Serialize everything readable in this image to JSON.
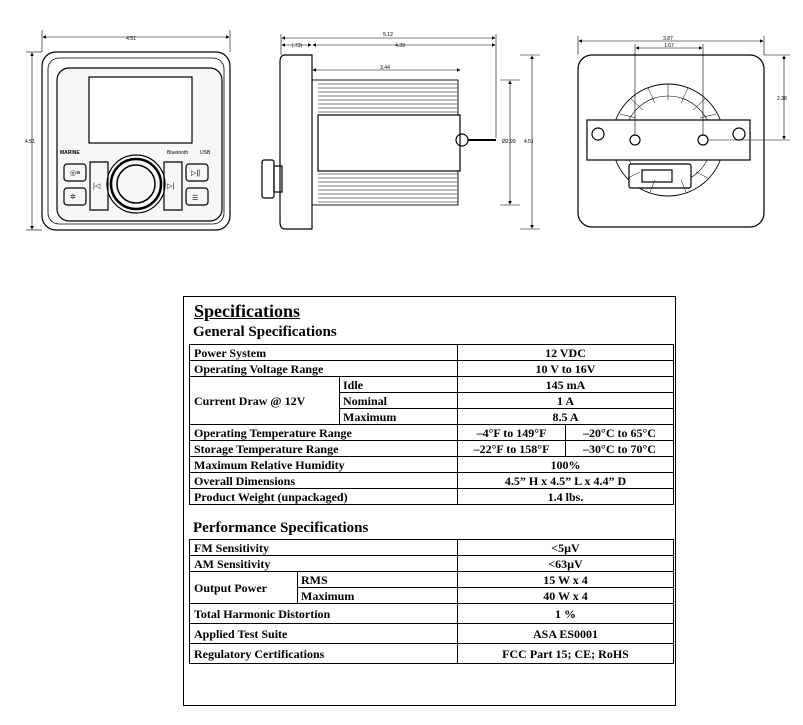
{
  "drawings": {
    "front": {
      "brand": "MARINE",
      "bluetooth": "Bluetooth",
      "usb": "USB",
      "width_dim": "4.51",
      "height_dim": "4.51"
    },
    "side": {
      "overall_depth_dim": "5.12",
      "bezel_dim": "(.73)",
      "body_depth_dim": "4.39",
      "inner_dim": "3.44",
      "body_diameter_dim": "Ø2.99",
      "height_dim": "4.51"
    },
    "rear": {
      "outer_dim": "3.87",
      "inner_dim": "1.67",
      "offset_dim": "2.38"
    }
  },
  "specs": {
    "title": "Specifications",
    "general": {
      "heading": "General Specifications",
      "power_system": {
        "label": "Power System",
        "value": "12 VDC"
      },
      "voltage_range": {
        "label": "Operating Voltage Range",
        "value": "10 V to 16V"
      },
      "current_draw": {
        "label": "Current Draw @ 12V",
        "idle": {
          "label": "Idle",
          "value": "145 mA"
        },
        "nominal": {
          "label": "Nominal",
          "value": "1 A"
        },
        "maximum": {
          "label": "Maximum",
          "value": "8.5 A"
        }
      },
      "op_temp": {
        "label": "Operating Temperature Range",
        "f": "–4°F to 149°F",
        "c": "–20°C to 65°C"
      },
      "storage_temp": {
        "label": "Storage Temperature Range",
        "f": "–22°F to 158°F",
        "c": "–30°C to 70°C"
      },
      "humidity": {
        "label": "Maximum Relative Humidity",
        "value": "100%"
      },
      "dimensions": {
        "label": "Overall Dimensions",
        "value": "4.5” H x 4.5” L x 4.4” D"
      },
      "weight": {
        "label": "Product Weight (unpackaged)",
        "value": "1.4 lbs."
      }
    },
    "performance": {
      "heading": "Performance Specifications",
      "fm": {
        "label": "FM Sensitivity",
        "value": "<5µV"
      },
      "am": {
        "label": "AM Sensitivity",
        "value": "<63µV"
      },
      "output_power": {
        "label": "Output Power",
        "rms": {
          "label": "RMS",
          "value": "15 W x 4"
        },
        "maximum": {
          "label": "Maximum",
          "value": "40 W x 4"
        }
      },
      "thd": {
        "label": "Total Harmonic Distortion",
        "value": "1 %"
      },
      "test_suite": {
        "label": "Applied Test Suite",
        "value": "ASA ES0001"
      },
      "certifications": {
        "label": "Regulatory Certifications",
        "value": "FCC Part 15; CE; RoHS"
      }
    }
  }
}
